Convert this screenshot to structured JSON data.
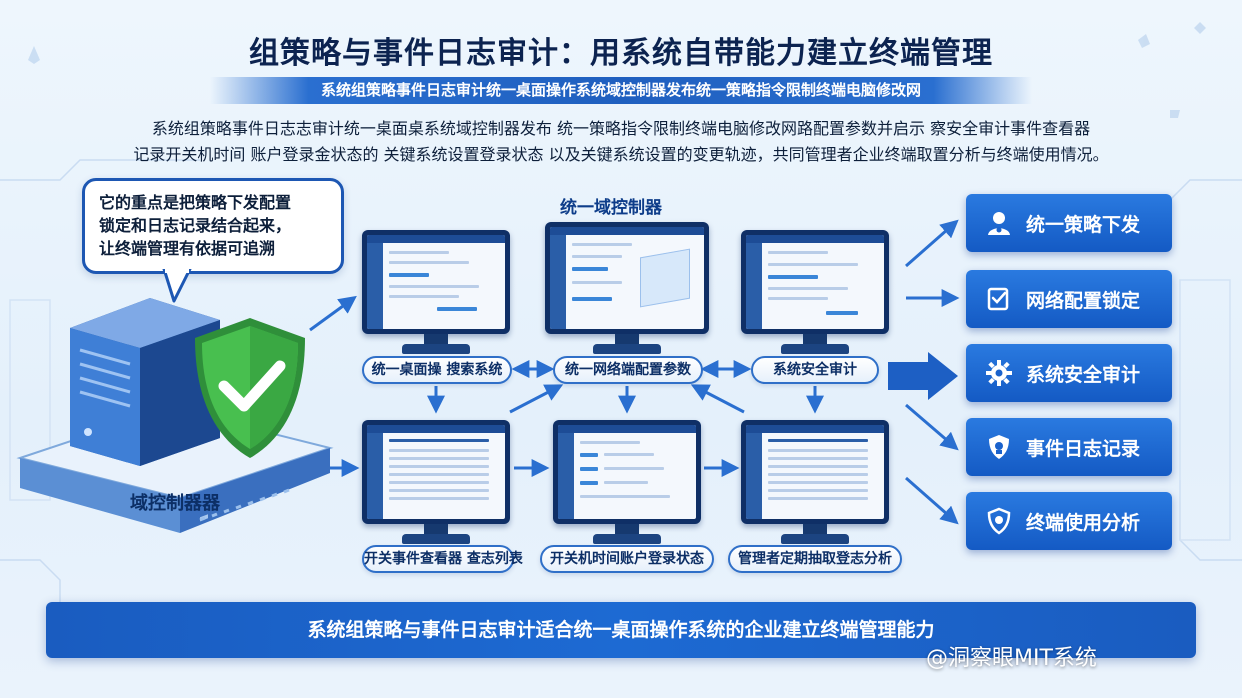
{
  "title": "组策略与事件日志审计：用系统自带能力建立终端管理",
  "subtitle": "系统组策略事件日志审计统一桌面操作系统域控制器发布统一策略指令限制终端电脑修改网",
  "intro": {
    "line1": "系统组策略事件日志志审计统一桌面桌系统域控制器发布 统一策略指令限制终端电脑修改网路配置参数并启示 察安全审计事件查看器",
    "line2": "记录开关机时间 账户登录金状态的 关键系统设置登录状态 以及关键系统设置的变更轨迹，共同管理者企业终端取置分析与终端使用情况。"
  },
  "bubble": {
    "line1": "它的重点是把策略下发配置",
    "line2": "锁定和日志记录结合起来，",
    "line3": "让终端管理有依据可追溯"
  },
  "center_label": "统一域控制器",
  "platform_label": "域控制器器",
  "top_row": [
    {
      "label": "统一桌面操 搜索系统"
    },
    {
      "label": "统一网络端配置参数"
    },
    {
      "label": "系统安全审计"
    }
  ],
  "bottom_row": [
    {
      "label": "开关事件查看器 查志列表"
    },
    {
      "label": "开关机时间账户登录状态"
    },
    {
      "label": "管理者定期抽取登志分析"
    }
  ],
  "right_buttons": [
    {
      "label": "统一策略下发",
      "icon": "user-icon"
    },
    {
      "label": "网络配置锁定",
      "icon": "checklist-icon"
    },
    {
      "label": "系统安全审计",
      "icon": "gear-icon"
    },
    {
      "label": "事件日志记录",
      "icon": "shield-badge-icon"
    },
    {
      "label": "终端使用分析",
      "icon": "shield-icon"
    }
  ],
  "footer": "系统组策略与事件日志审计适合统一桌面操作系统的企业建立终端管理能力",
  "watermark": "@洞察眼MIT系统",
  "colors": {
    "primary": "#1d5fc4",
    "dark": "#0c2350",
    "shield_green": "#3cb544",
    "background": "#eaf3fc"
  }
}
